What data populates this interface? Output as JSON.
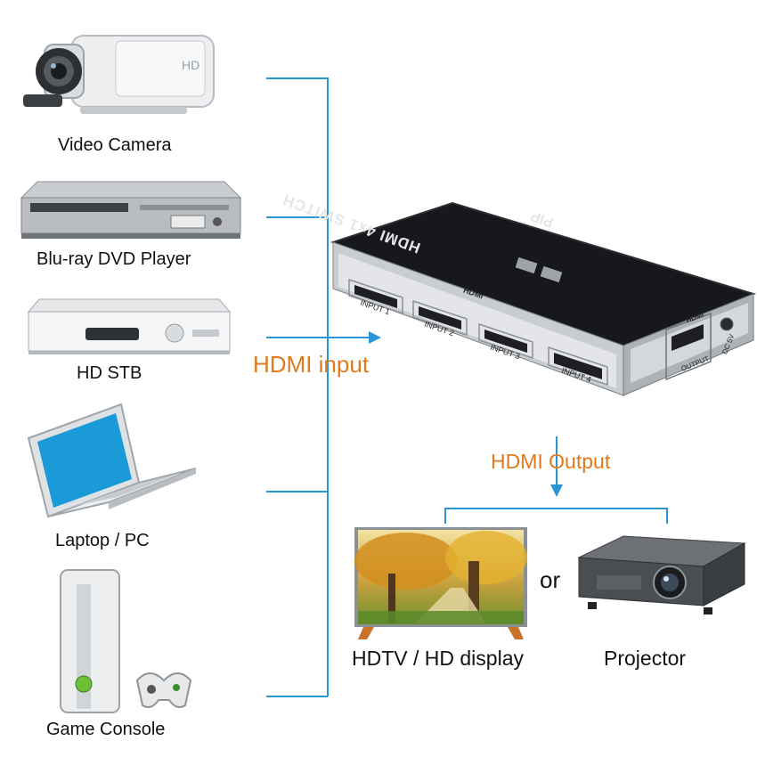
{
  "inputs": {
    "devices": [
      {
        "label": "Video Camera",
        "icon": "video-camera-icon"
      },
      {
        "label": "Blu-ray DVD Player",
        "icon": "bluray-player-icon"
      },
      {
        "label": "HD STB",
        "icon": "hd-stb-icon"
      },
      {
        "label": "Laptop / PC",
        "icon": "laptop-icon"
      },
      {
        "label": "Game Console",
        "icon": "game-console-icon"
      }
    ],
    "caption": "HDMI input"
  },
  "switch_device": {
    "top_label": "HDMI 4x1 SWITCH",
    "pip_label": "PIP",
    "group_label": "HDMI",
    "ports": [
      "INPUT 1",
      "INPUT 2",
      "INPUT 3",
      "INPUT 4"
    ],
    "output_group_label": "HDMI",
    "output_port": "OUTPUT",
    "power_label": "DC 5V"
  },
  "outputs": {
    "caption": "HDMI Output",
    "connector": "or",
    "devices": [
      {
        "label": "HDTV / HD display",
        "icon": "hdtv-icon"
      },
      {
        "label": "Projector",
        "icon": "projector-icon"
      }
    ]
  },
  "colors": {
    "line": "#2a95d4",
    "caption": "#e07a1c"
  }
}
